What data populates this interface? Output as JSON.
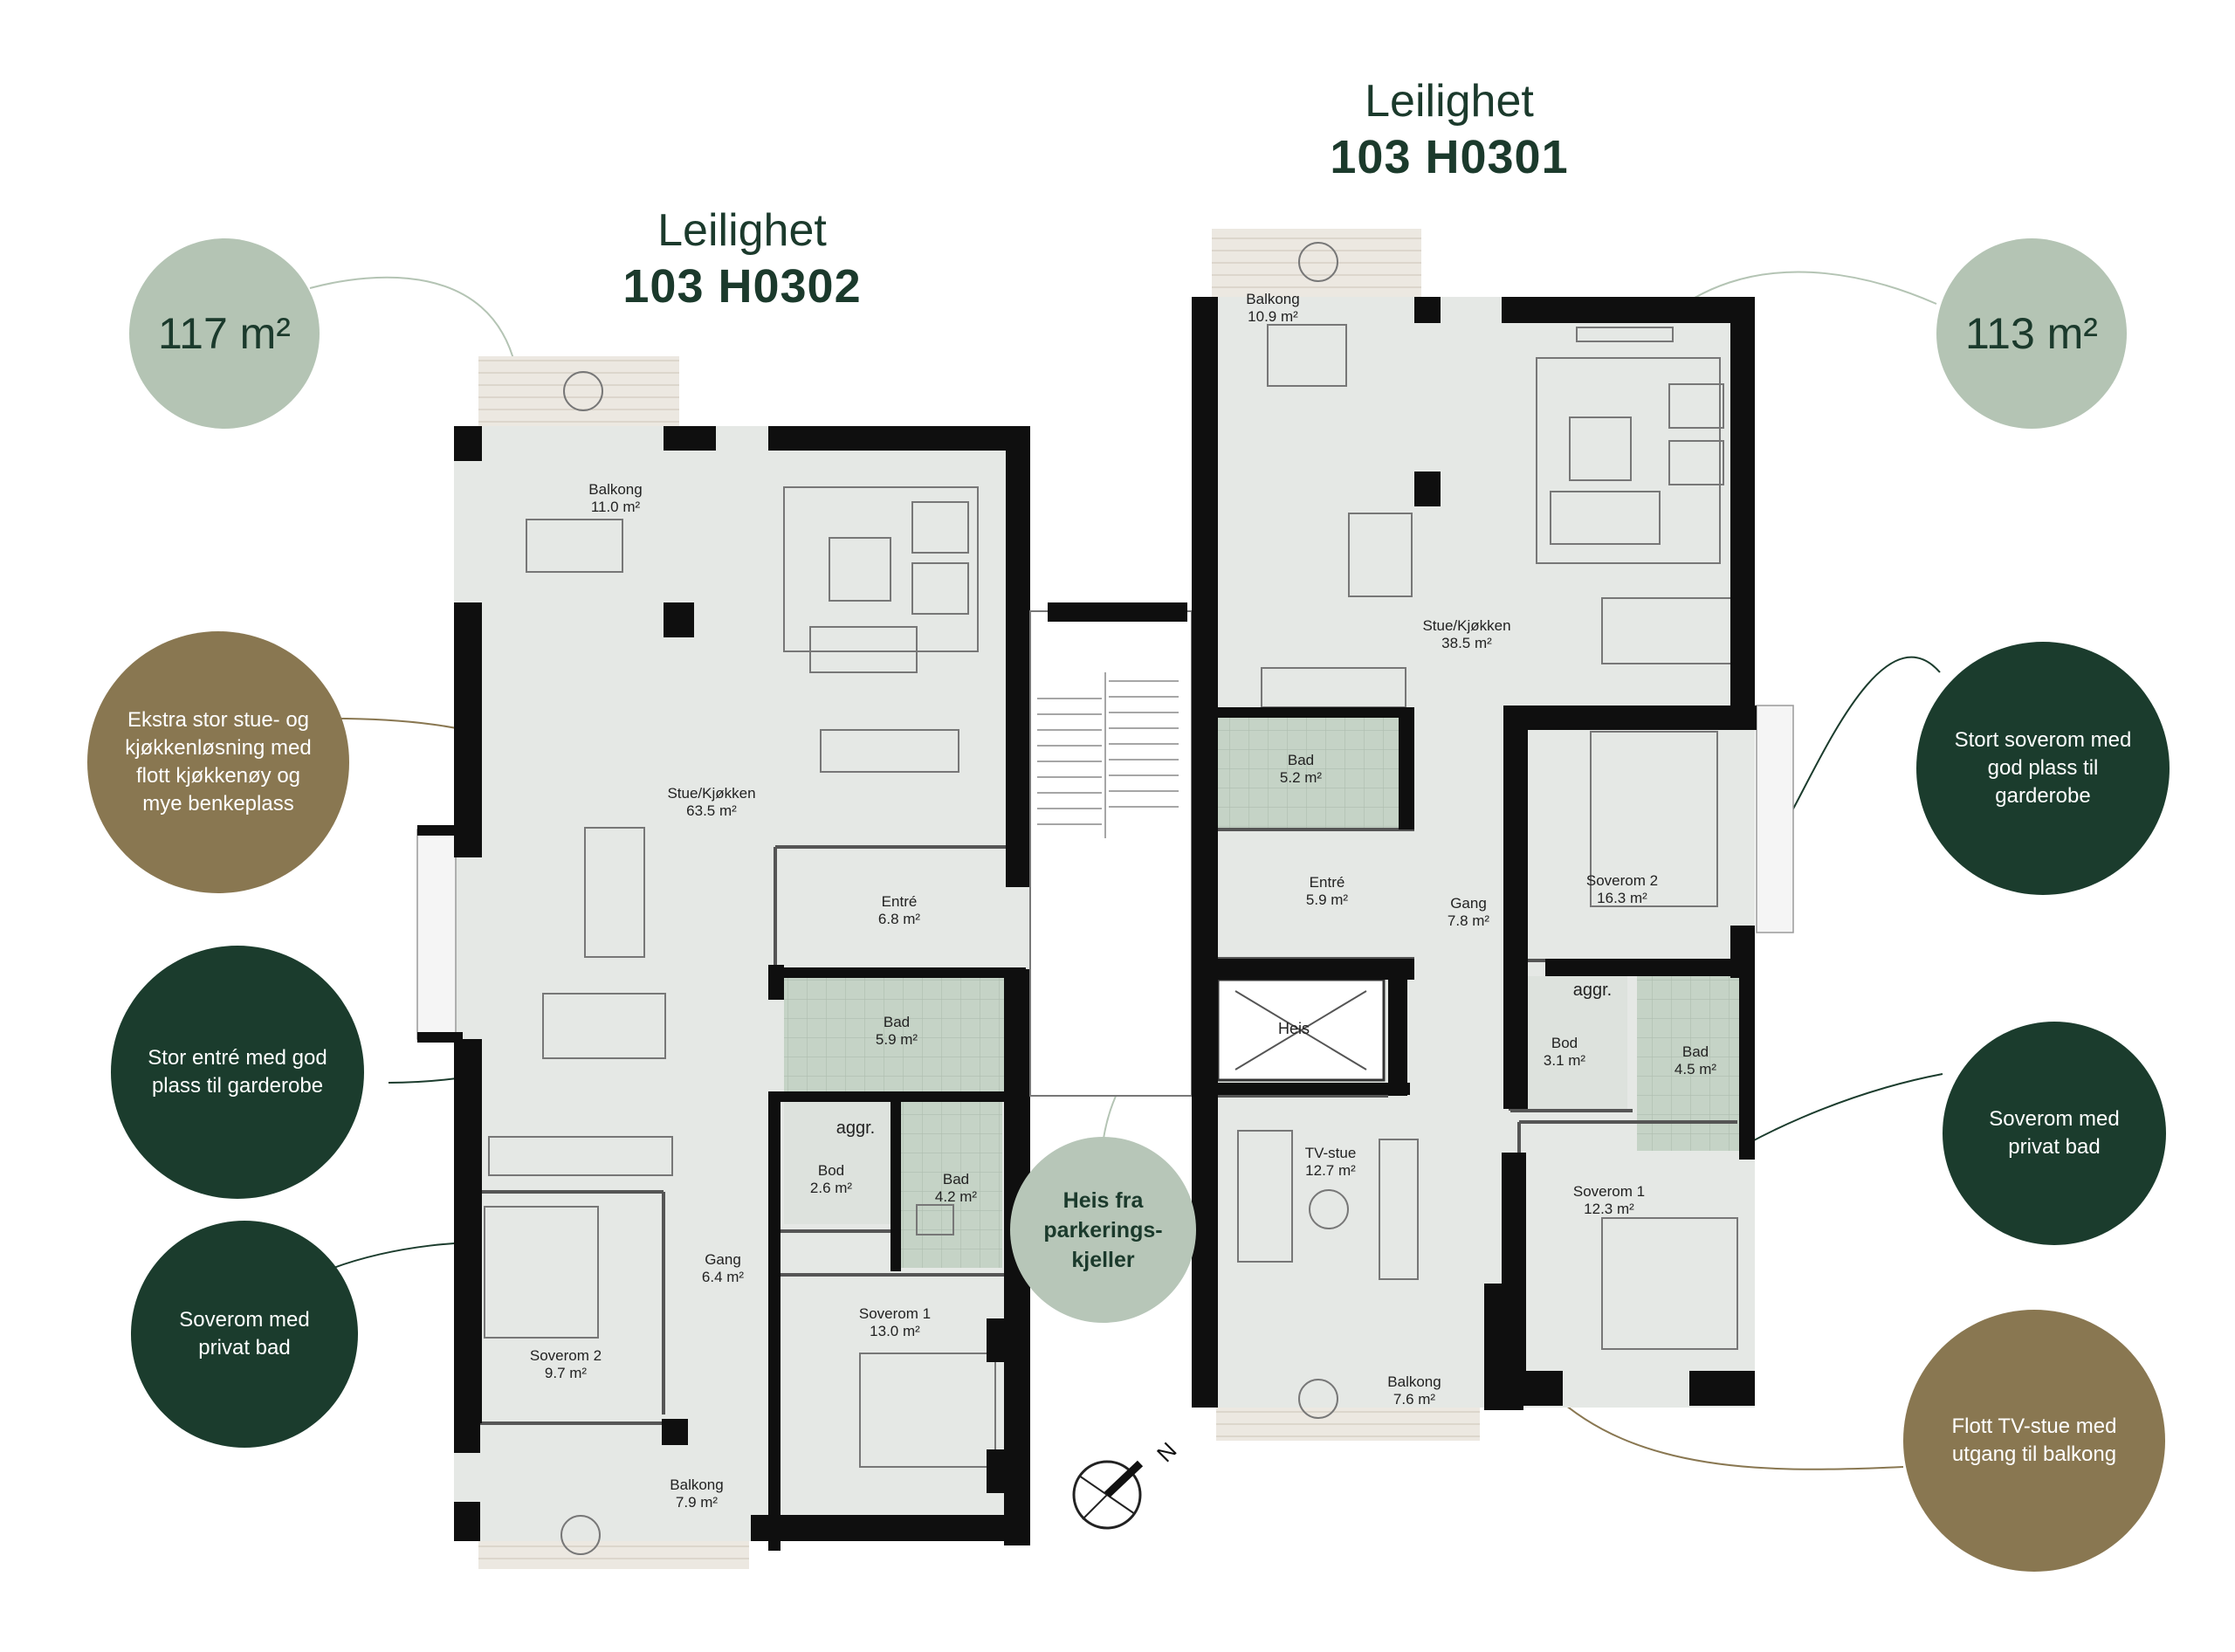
{
  "apartments": [
    {
      "label": "Leilighet",
      "number": "103 H0302",
      "area": "117 m²"
    },
    {
      "label": "Leilighet",
      "number": "103 H0301",
      "area": "113 m²"
    }
  ],
  "callouts": {
    "kitchen": "Ekstra stor stue- og kjøkkenløsning med flott kjøkkenøy og mye benkeplass",
    "entrance": "Stor entré med god plass til garderobe",
    "bedroom_left": "Soverom med privat bad",
    "elevator": "Heis fra parkerings-kjeller",
    "big_bedroom": "Stort soverom med god plass til garderobe",
    "bedroom_right": "Soverom med privat bad",
    "tv_room": "Flott TV-stue med utgang til balkong"
  },
  "rooms_left": {
    "balkong_top": {
      "name": "Balkong",
      "area": "11.0 m²"
    },
    "stue": {
      "name": "Stue/Kjøkken",
      "area": "63.5 m²"
    },
    "entre": {
      "name": "Entré",
      "area": "6.8 m²"
    },
    "bad1": {
      "name": "Bad",
      "area": "5.9 m²"
    },
    "aggr": {
      "name": "aggr."
    },
    "bod": {
      "name": "Bod",
      "area": "2.6 m²"
    },
    "bad2": {
      "name": "Bad",
      "area": "4.2 m²"
    },
    "gang": {
      "name": "Gang",
      "area": "6.4 m²"
    },
    "sov1": {
      "name": "Soverom 1",
      "area": "13.0 m²"
    },
    "sov2": {
      "name": "Soverom 2",
      "area": "9.7 m²"
    },
    "balkong_bottom": {
      "name": "Balkong",
      "area": "7.9 m²"
    }
  },
  "rooms_right": {
    "balkong_top": {
      "name": "Balkong",
      "area": "10.9 m²"
    },
    "stue": {
      "name": "Stue/Kjøkken",
      "area": "38.5 m²"
    },
    "bad1": {
      "name": "Bad",
      "area": "5.2 m²"
    },
    "entre": {
      "name": "Entré",
      "area": "5.9 m²"
    },
    "gang": {
      "name": "Gang",
      "area": "7.8 m²"
    },
    "sov2": {
      "name": "Soverom 2",
      "area": "16.3 m²"
    },
    "heis": {
      "name": "Heis"
    },
    "aggr": {
      "name": "aggr."
    },
    "bod": {
      "name": "Bod",
      "area": "3.1 m²"
    },
    "bad2": {
      "name": "Bad",
      "area": "4.5 m²"
    },
    "tv": {
      "name": "TV-stue",
      "area": "12.7 m²"
    },
    "sov1": {
      "name": "Soverom 1",
      "area": "12.3 m²"
    },
    "balkong_bottom": {
      "name": "Balkong",
      "area": "7.6 m²"
    }
  },
  "compass": {
    "letter": "N"
  },
  "colors": {
    "dark_green": "#1b3c2d",
    "sage": "#b4c4b4",
    "brown": "#897751",
    "wall": "#0f0f0f",
    "floor": "#e5e8e5",
    "tile": "#c5d3c6",
    "balcony": "#ece8e1"
  }
}
